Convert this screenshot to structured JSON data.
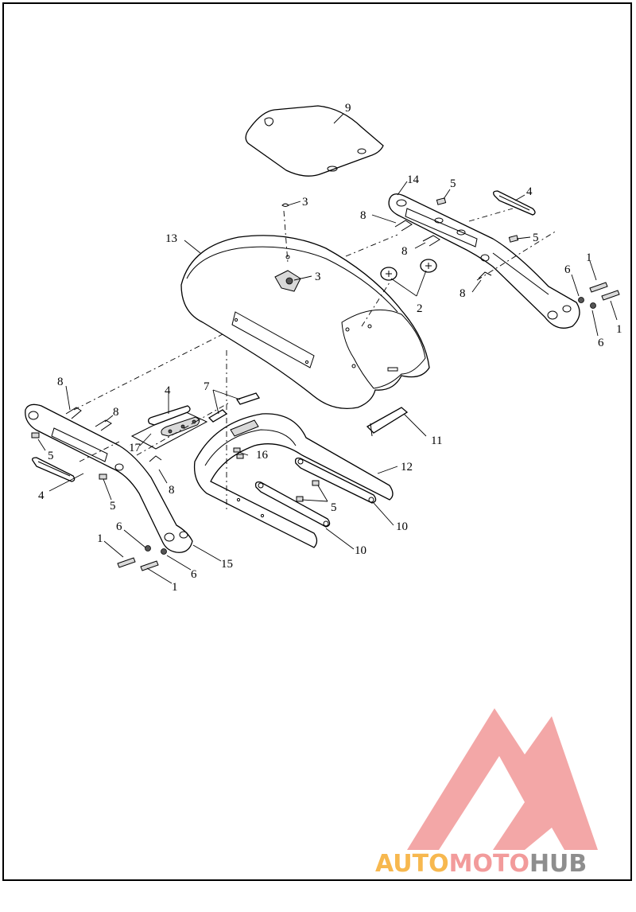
{
  "diagram": {
    "type": "exploded-parts-view",
    "callouts": [
      {
        "id": "c9",
        "label": "9"
      },
      {
        "id": "c3a",
        "label": "3"
      },
      {
        "id": "c3b",
        "label": "3"
      },
      {
        "id": "c13",
        "label": "13"
      },
      {
        "id": "c14",
        "label": "14"
      },
      {
        "id": "c5a",
        "label": "5"
      },
      {
        "id": "c4a",
        "label": "4"
      },
      {
        "id": "c8a",
        "label": "8"
      },
      {
        "id": "c5b",
        "label": "5"
      },
      {
        "id": "c8b",
        "label": "8"
      },
      {
        "id": "c2",
        "label": "2"
      },
      {
        "id": "c1a",
        "label": "1"
      },
      {
        "id": "c6a",
        "label": "6"
      },
      {
        "id": "c8c",
        "label": "8"
      },
      {
        "id": "c1b",
        "label": "1"
      },
      {
        "id": "c6b",
        "label": "6"
      },
      {
        "id": "c8d",
        "label": "8"
      },
      {
        "id": "c7",
        "label": "7"
      },
      {
        "id": "c4b",
        "label": "4"
      },
      {
        "id": "c8e",
        "label": "8"
      },
      {
        "id": "c11",
        "label": "11"
      },
      {
        "id": "c5c",
        "label": "5"
      },
      {
        "id": "c17",
        "label": "17"
      },
      {
        "id": "c16",
        "label": "16"
      },
      {
        "id": "c12",
        "label": "12"
      },
      {
        "id": "c4c",
        "label": "4"
      },
      {
        "id": "c5d",
        "label": "5"
      },
      {
        "id": "c8f",
        "label": "8"
      },
      {
        "id": "c5e",
        "label": "5"
      },
      {
        "id": "c10a",
        "label": "10"
      },
      {
        "id": "c6c",
        "label": "6"
      },
      {
        "id": "c1c",
        "label": "1"
      },
      {
        "id": "c10b",
        "label": "10"
      },
      {
        "id": "c15",
        "label": "15"
      },
      {
        "id": "c6d",
        "label": "6"
      },
      {
        "id": "c1d",
        "label": "1"
      }
    ]
  },
  "watermark": {
    "part1": "AUTO",
    "part2": "MOTO",
    "part3": "HUB",
    "color_light": "#f5a623",
    "color_red": "#f08a8a",
    "color_gray": "#7a7a7a"
  }
}
